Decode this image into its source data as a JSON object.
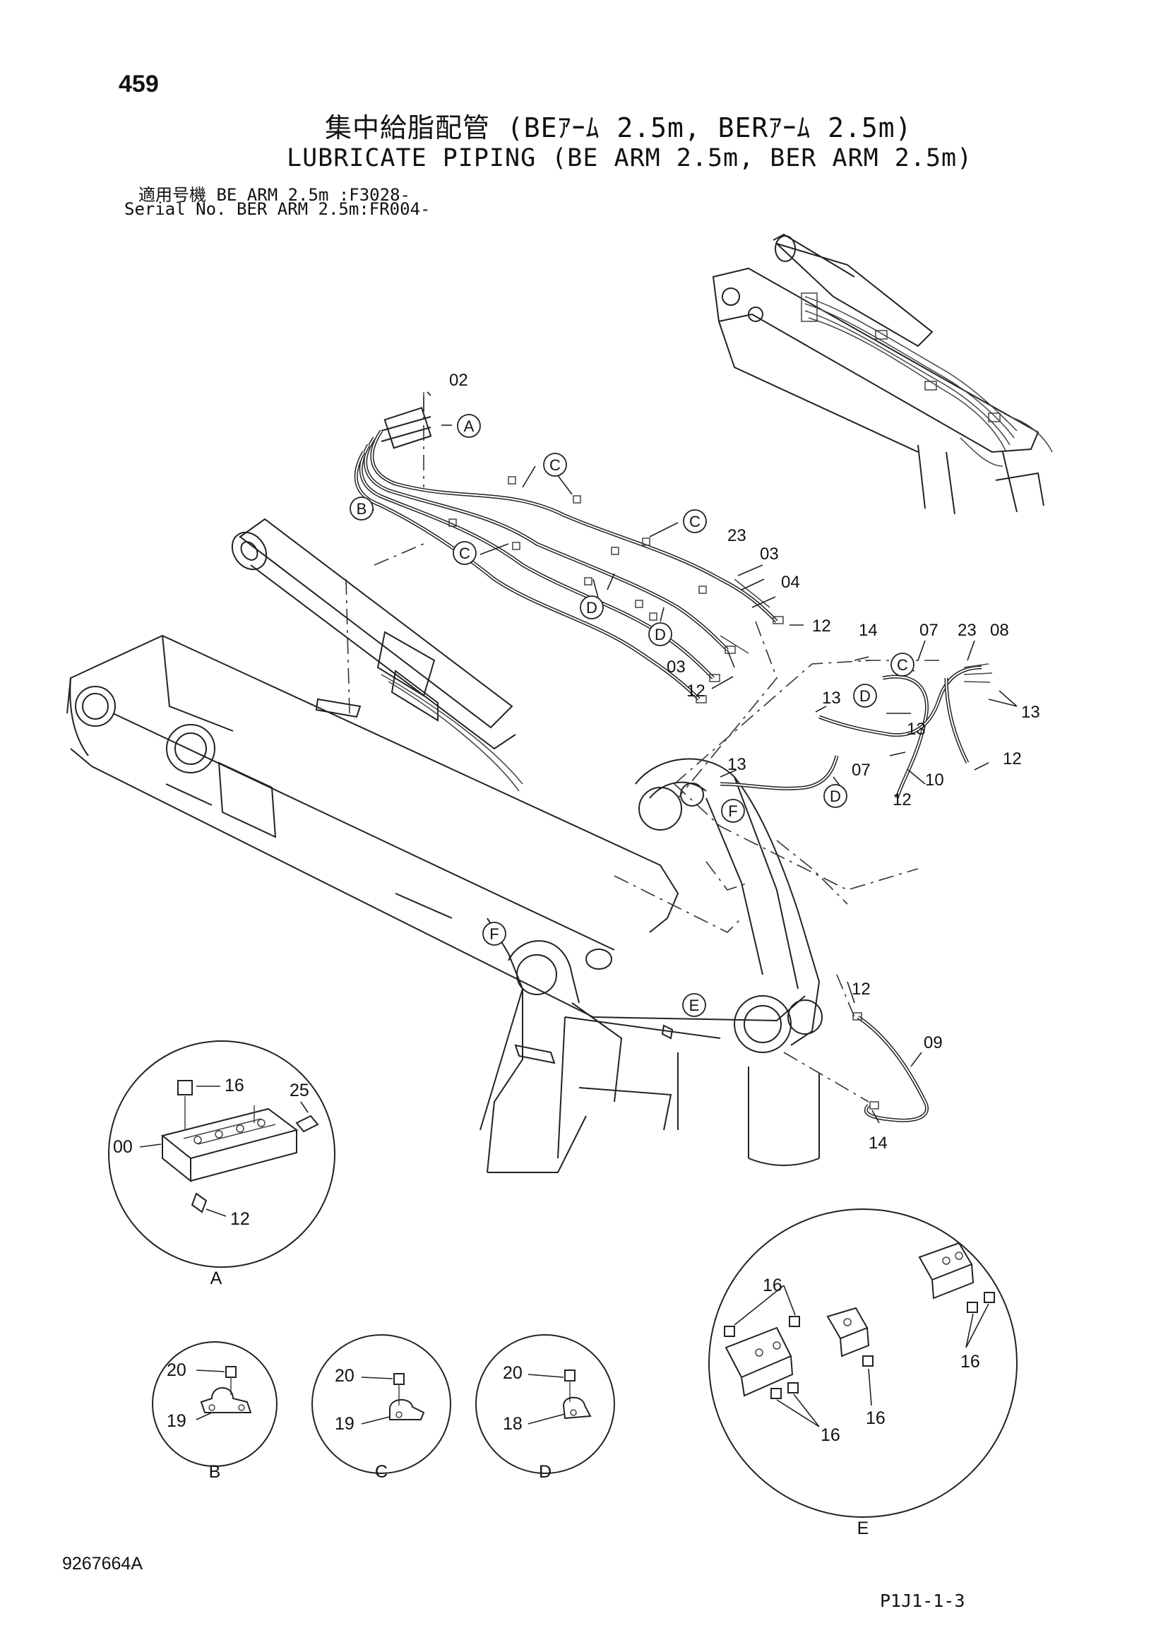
{
  "header": {
    "page_number": "459",
    "title_jp": "集中給脂配管 (BEｱｰﾑ 2.5m, BERｱｰﾑ 2.5m)",
    "title_en": "LUBRICATE PIPING (BE ARM 2.5m, BER ARM 2.5m)",
    "serial_line_1": "適用号機  BE ARM 2.5m :F3028-",
    "serial_line_2": "Serial No. BER ARM 2.5m:FR004-"
  },
  "parts": {
    "p02": "02",
    "p03a": "03",
    "p03b": "03",
    "p04": "04",
    "p12a": "12",
    "p12b": "12",
    "p12c": "12",
    "p12d": "12",
    "p12e": "12",
    "p14a": "14",
    "p14b": "14",
    "p07a": "07",
    "p07b": "07",
    "p23a": "23",
    "p23b": "23",
    "p08": "08",
    "p13a": "13",
    "p13b": "13",
    "p13c": "13",
    "p13d": "13",
    "p10": "10",
    "p09": "09"
  },
  "callouts": {
    "A": "A",
    "B": "B",
    "C1": "C",
    "C2": "C",
    "C3": "C",
    "C4": "C",
    "D1": "D",
    "D2": "D",
    "D3": "D",
    "D4": "D",
    "E": "E",
    "F1": "F",
    "F2": "F"
  },
  "details": {
    "A": {
      "label": "A",
      "parts": [
        "16",
        "25",
        "00",
        "12"
      ]
    },
    "B": {
      "label": "B",
      "parts": [
        "20",
        "19"
      ]
    },
    "C": {
      "label": "C",
      "parts": [
        "20",
        "19"
      ]
    },
    "D": {
      "label": "D",
      "parts": [
        "20",
        "18"
      ]
    },
    "E": {
      "label": "E",
      "parts": [
        "16",
        "16",
        "16",
        "16"
      ]
    }
  },
  "footer": {
    "drawing_number": "9267664A",
    "page_code": "P1J1-1-3"
  }
}
